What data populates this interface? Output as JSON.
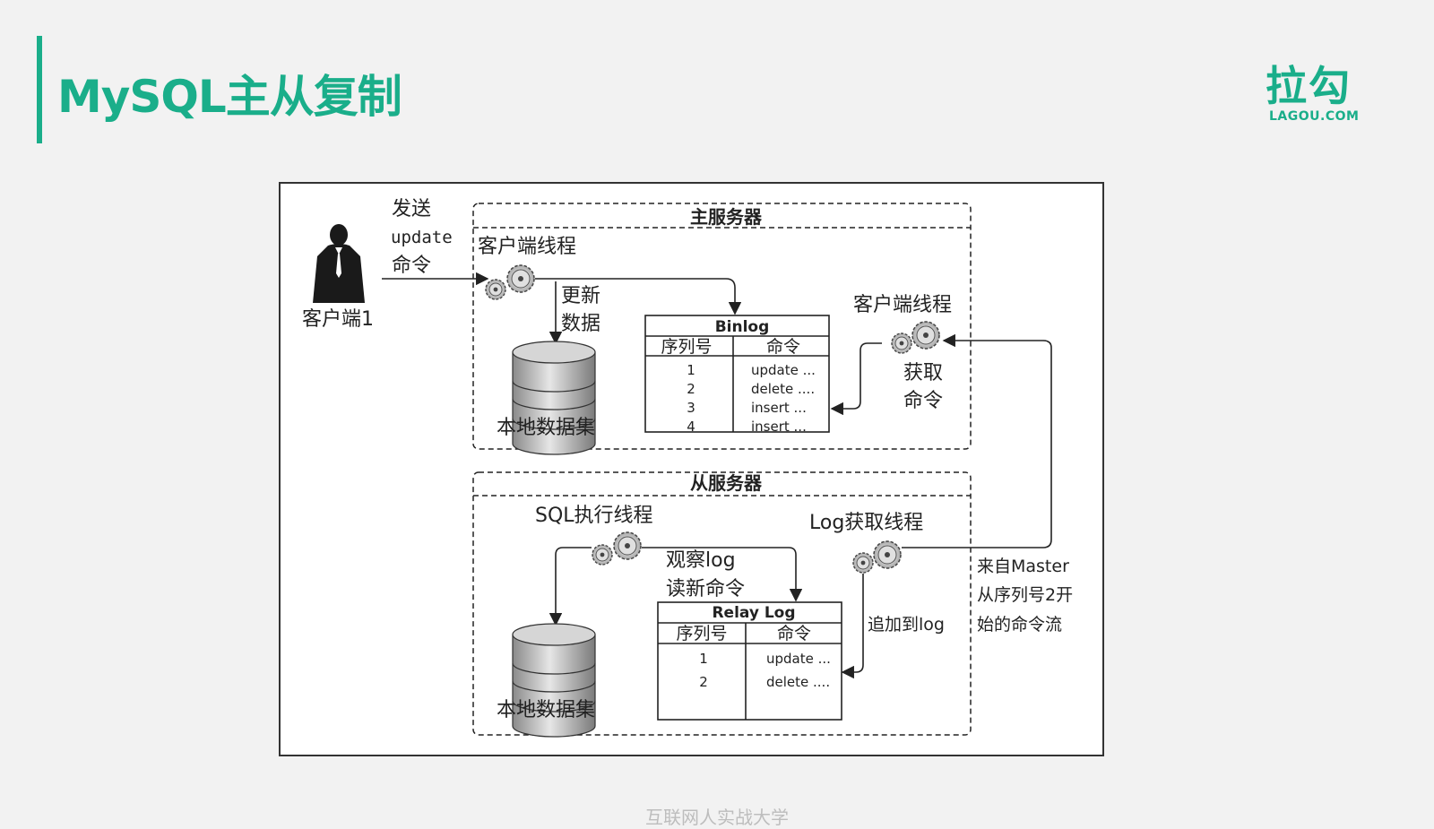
{
  "slide": {
    "title": "MySQL主从复制",
    "accent_color": "#1aae8a",
    "logo_text": "拉勾",
    "logo_sub": "LAGOU.COM",
    "footer": "互联网人实战大学"
  },
  "diagram": {
    "client": {
      "icon": "person-icon",
      "label": "客户端1",
      "send_line1": "发送",
      "send_line2": "update",
      "send_line3": "命令"
    },
    "master": {
      "title": "主服务器",
      "client_thread_left": "客户端线程",
      "update_line1": "更新",
      "update_line2": "数据",
      "local_dataset": "本地数据集",
      "client_thread_right": "客户端线程",
      "fetch_line1": "获取",
      "fetch_line2": "命令",
      "binlog": {
        "title": "Binlog",
        "col_seq": "序列号",
        "col_cmd": "命令",
        "rows": [
          {
            "seq": "1",
            "cmd": "update ..."
          },
          {
            "seq": "2",
            "cmd": "delete ...."
          },
          {
            "seq": "3",
            "cmd": "insert ..."
          },
          {
            "seq": "4",
            "cmd": "insert ..."
          }
        ]
      }
    },
    "slave": {
      "title": "从服务器",
      "sql_thread": "SQL执行线程",
      "log_thread": "Log获取线程",
      "observe_line1": "观察log",
      "observe_line2": "读新命令",
      "append": "追加到log",
      "local_dataset": "本地数据集",
      "relay": {
        "title": "Relay Log",
        "col_seq": "序列号",
        "col_cmd": "命令",
        "rows": [
          {
            "seq": "1",
            "cmd": "update ..."
          },
          {
            "seq": "2",
            "cmd": "delete ...."
          }
        ]
      }
    },
    "stream": {
      "line1": "来自Master",
      "line2": "从序列号2开",
      "line3": "始的命令流"
    }
  }
}
